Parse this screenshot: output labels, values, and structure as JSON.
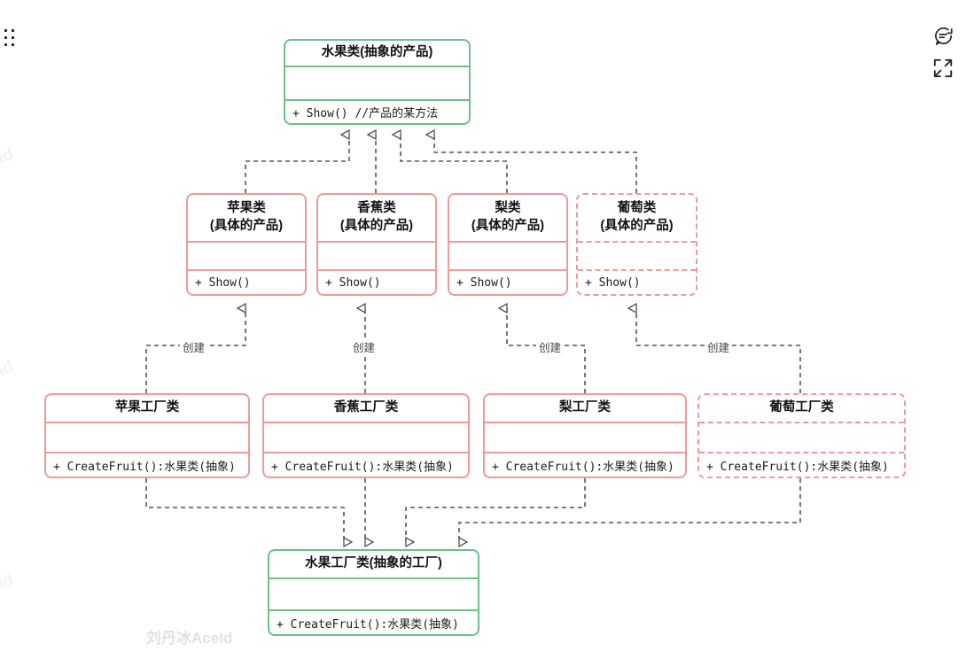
{
  "diagram": {
    "title_watermark": "刘丹冰AceId",
    "edge_watermarks": [
      "eId",
      "eId",
      "eId"
    ],
    "colors": {
      "abstract_border": "#6cc08a",
      "concrete_border": "#ef9a9a",
      "extension_border": "#ef9a9a",
      "connector": "#555555",
      "canvas": "#ffffff"
    },
    "relation_label": "创建",
    "relation_labels": [
      "创建",
      "创建",
      "创建",
      "创建"
    ],
    "classes": {
      "abstract_product": {
        "name": "水果类(抽象的产品)",
        "attributes": "",
        "operations": "+ Show() //产品的某方法",
        "style": "abstract-green-solid"
      },
      "concrete_products": [
        {
          "name_line1": "苹果类",
          "name_line2": "(具体的产品)",
          "attributes": "",
          "operations": "+ Show()",
          "style": "concrete-pink-solid"
        },
        {
          "name_line1": "香蕉类",
          "name_line2": "(具体的产品)",
          "attributes": "",
          "operations": "+ Show()",
          "style": "concrete-pink-solid"
        },
        {
          "name_line1": "梨类",
          "name_line2": "(具体的产品)",
          "attributes": "",
          "operations": "+ Show()",
          "style": "concrete-pink-solid"
        },
        {
          "name_line1": "葡萄类",
          "name_line2": "(具体的产品)",
          "attributes": "",
          "operations": "+ Show()",
          "style": "concrete-pink-dashed"
        }
      ],
      "concrete_factories": [
        {
          "name": "苹果工厂类",
          "attributes": "",
          "operations": "+ CreateFruit():水果类(抽象)",
          "style": "concrete-pink-solid"
        },
        {
          "name": "香蕉工厂类",
          "attributes": "",
          "operations": "+ CreateFruit():水果类(抽象)",
          "style": "concrete-pink-solid"
        },
        {
          "name": "梨工厂类",
          "attributes": "",
          "operations": "+ CreateFruit():水果类(抽象)",
          "style": "concrete-pink-solid"
        },
        {
          "name": "葡萄工厂类",
          "attributes": "",
          "operations": "+ CreateFruit():水果类(抽象)",
          "style": "concrete-pink-dashed"
        }
      ],
      "abstract_factory": {
        "name": "水果工厂类(抽象的工厂)",
        "attributes": "",
        "operations": "+ CreateFruit():水果类(抽象)",
        "style": "abstract-green-solid"
      }
    },
    "toolbar": {
      "comment_icon": "comment-icon",
      "expand_icon": "expand-icon",
      "drag_handle": "drag-handle-dots"
    }
  }
}
